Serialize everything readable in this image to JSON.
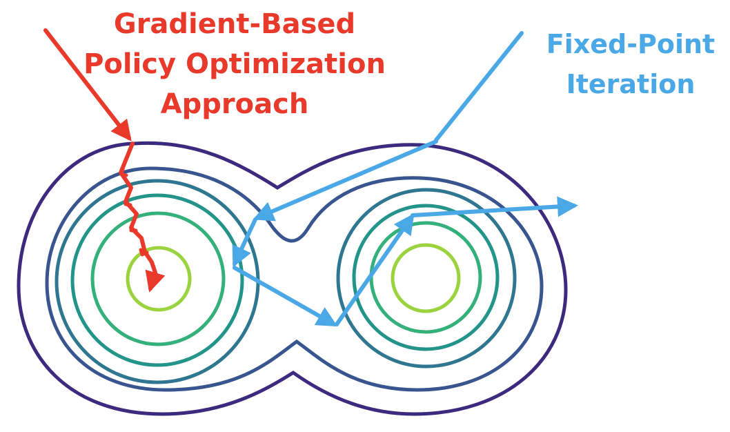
{
  "labels": {
    "gradient": [
      "Gradient-Based",
      "Policy Optimization",
      "Approach"
    ],
    "fixed_point": [
      "Fixed-Point",
      "Iteration"
    ]
  },
  "colors": {
    "gradient_path": "#e8392b",
    "fixed_point_path": "#4aa8e6",
    "contour_outer": "#3b2a7e",
    "contour_2": "#38558f",
    "contour_3": "#2f7690",
    "contour_4": "#22948a",
    "contour_5": "#34b07a",
    "contour_6": "#9bd33f"
  }
}
